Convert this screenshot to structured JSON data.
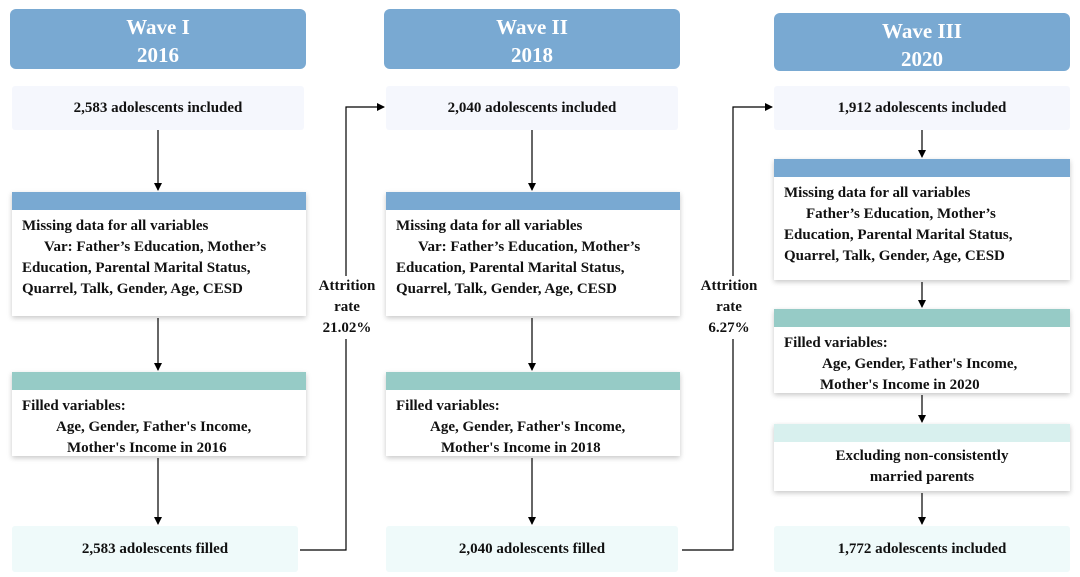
{
  "waves": [
    {
      "title": "Wave I",
      "year": "2016",
      "included": "2,583 adolescents included",
      "missing_title": "Missing data for all  variables",
      "missing_lines": [
        "Var: Father’s Education, Mother’s",
        "Education, Parental Marital Status,",
        "Quarrel, Talk, Gender, Age, CESD"
      ],
      "filled_title": "Filled variables:",
      "filled_lines": [
        "Age, Gender, Father's Income,",
        "Mother's Income in 2016"
      ],
      "final": "2,583 adolescents filled"
    },
    {
      "title": "Wave II",
      "year": "2018",
      "included": "2,040 adolescents included",
      "missing_title": "Missing data for all  variables",
      "missing_lines": [
        "Var: Father’s Education, Mother’s",
        "Education, Parental Marital Status,",
        "Quarrel, Talk, Gender, Age, CESD"
      ],
      "filled_title": "Filled variables:",
      "filled_lines": [
        "Age, Gender, Father's Income,",
        "Mother's Income in 2018"
      ],
      "final": "2,040 adolescents filled"
    },
    {
      "title": "Wave III",
      "year": "2020",
      "included": "1,912 adolescents included",
      "missing_title": "Missing data for all  variables",
      "missing_lines": [
        "Father’s Education, Mother’s",
        "Education, Parental Marital Status,",
        "Quarrel, Talk, Gender, Age, CESD"
      ],
      "filled_title": "Filled variables:",
      "filled_lines": [
        "Age, Gender, Father's Income,",
        "Mother's Income in 2020"
      ],
      "excluding_lines": [
        "Excluding non-consistently",
        "married parents"
      ],
      "final": "1,772 adolescents included"
    }
  ],
  "attrition": [
    {
      "lines": [
        "Attrition",
        "rate",
        "21.02%"
      ]
    },
    {
      "lines": [
        "Attrition",
        "rate",
        "6.27%"
      ]
    }
  ],
  "colors": {
    "header": "#79a9d2",
    "teal": "#96cbc6",
    "light_teal": "#d8f0ee",
    "pale_blue": "#f5f7fd",
    "pale_green": "#effafa"
  }
}
